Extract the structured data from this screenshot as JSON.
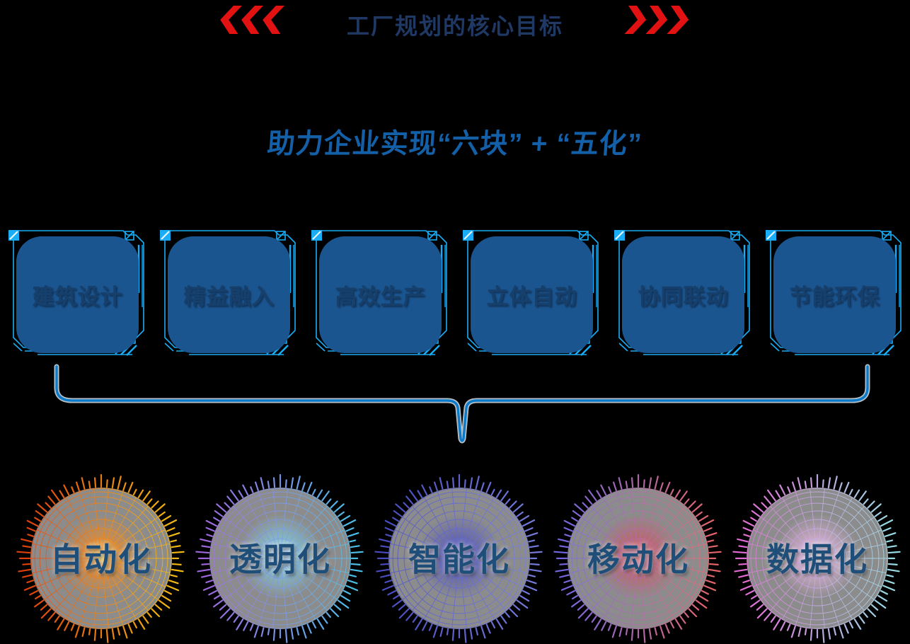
{
  "page": {
    "background": "#000000"
  },
  "header": {
    "title": "工厂规划的核心目标",
    "title_color": "#1F3864",
    "chevron_color": "#E31212",
    "left_chevrons_icon": "triple-chevron-left",
    "right_chevrons_icon": "triple-chevron-right"
  },
  "subtitle": {
    "text": "助力企业实现“六块” + “五化”",
    "color": "#1460A8"
  },
  "boxes": {
    "frame_color": "#18ADF6",
    "fill_color": "#1B5590",
    "label_color": "#16406B",
    "items": [
      {
        "label": "建筑设计"
      },
      {
        "label": "精益融入"
      },
      {
        "label": "高效生产"
      },
      {
        "label": "立体自动"
      },
      {
        "label": "协同联动"
      },
      {
        "label": "节能环保"
      }
    ]
  },
  "brace": {
    "color": "#0B7AC8",
    "outline_color": "#EAF5FF"
  },
  "spheres": {
    "label_color": "#1F4E79",
    "body_color": "#989898",
    "items": [
      {
        "label": "自动化",
        "left": "#E8430C",
        "right": "#FFC613",
        "glow": "#FF8C1A",
        "glow_core": "#FFE06A"
      },
      {
        "label": "透明化",
        "left": "#A86BE8",
        "right": "#4FC9F2",
        "glow": "#7FD8F0",
        "glow_core": "#C4F1FA"
      },
      {
        "label": "智能化",
        "left": "#4C50C8",
        "right": "#7B82E6",
        "glow": "#4A4EC0",
        "glow_core": "#6A6EDC"
      },
      {
        "label": "移动化",
        "left": "#7A6CEC",
        "right": "#F26B6E",
        "glow": "#D85060",
        "glow_core": "#F0828E"
      },
      {
        "label": "数据化",
        "left": "#EF6FDF",
        "right": "#9FE9F2",
        "glow": "#F4BCEC",
        "glow_core": "#FDEBFA"
      }
    ]
  }
}
